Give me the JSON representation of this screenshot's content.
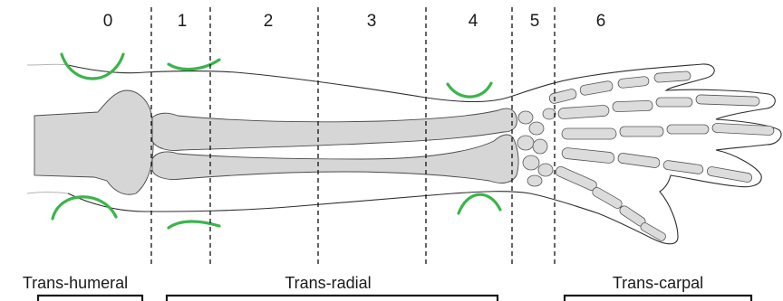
{
  "zones": [
    "0",
    "1",
    "2",
    "3",
    "4",
    "5",
    "6"
  ],
  "levels": {
    "humeral": "Trans-humeral",
    "radial": "Trans-radial",
    "carpal": "Trans-carpal"
  },
  "colors": {
    "electrode": "#3ab54a",
    "bone": "#d6d6d6",
    "outline": "#2e2e2e"
  }
}
